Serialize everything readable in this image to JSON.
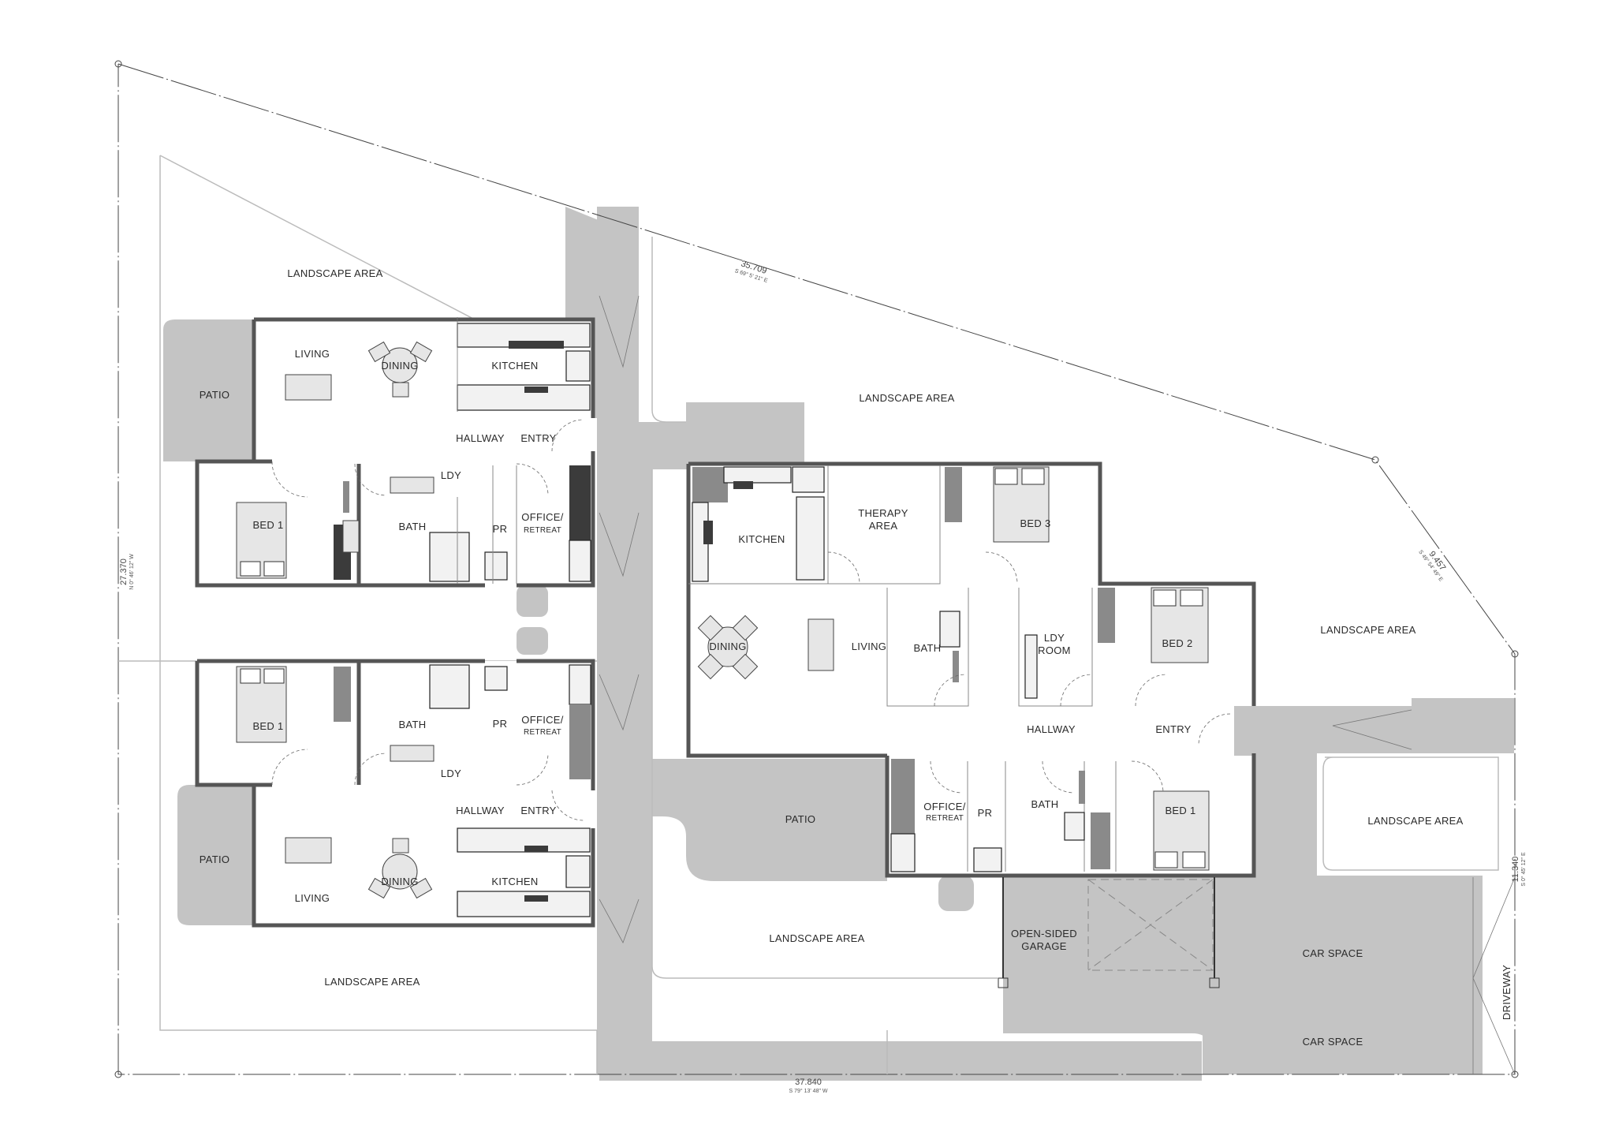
{
  "drawing": {
    "type": "site floor plan",
    "boundary_dimensions": {
      "north": {
        "length": "35.709",
        "bearing": "S 69° 5' 21\" E"
      },
      "northeast": {
        "length": "9.457",
        "bearing": "S 49° 54' 49\" E"
      },
      "east": {
        "length": "11.340",
        "bearing": "S 0° 45' 12\" E"
      },
      "south": {
        "length": "37.840",
        "bearing": "S 79° 13' 48\" W"
      },
      "west": {
        "length": "27.370",
        "bearing": "N 0° 46' 12\" W"
      }
    },
    "site_areas": {
      "landscape_nw": "LANDSCAPE AREA",
      "landscape_north": "LANDSCAPE AREA",
      "landscape_east": "LANDSCAPE AREA",
      "landscape_east_lower": "LANDSCAPE AREA",
      "landscape_sw": "LANDSCAPE AREA",
      "landscape_south": "LANDSCAPE AREA",
      "patio_main": "PATIO",
      "garage_line1": "OPEN-SIDED",
      "garage_line2": "GARAGE",
      "car_space_1": "CAR SPACE",
      "car_space_2": "CAR SPACE",
      "driveway": "DRIVEWAY"
    },
    "unit_north": {
      "patio": "PATIO",
      "living": "LIVING",
      "dining": "DINING",
      "kitchen": "KITCHEN",
      "hallway": "HALLWAY",
      "entry": "ENTRY",
      "bed": "BED 1",
      "bath": "BATH",
      "laundry": "LDY",
      "powder": "PR",
      "office_line1": "OFFICE/",
      "office_line2": "RETREAT"
    },
    "unit_south": {
      "patio": "PATIO",
      "living": "LIVING",
      "dining": "DINING",
      "kitchen": "KITCHEN",
      "hallway": "HALLWAY",
      "entry": "ENTRY",
      "bed": "BED 1",
      "bath": "BATH",
      "laundry": "LDY",
      "powder": "PR",
      "office_line1": "OFFICE/",
      "office_line2": "RETREAT"
    },
    "main_house": {
      "kitchen": "KITCHEN",
      "therapy_line1": "THERAPY",
      "therapy_line2": "AREA",
      "bed3": "BED 3",
      "dining": "DINING",
      "living": "LIVING",
      "bath": "BATH",
      "laundry_line1": "LDY",
      "laundry_line2": "ROOM",
      "bed2": "BED 2",
      "hallway": "HALLWAY",
      "entry": "ENTRY",
      "office_line1": "OFFICE/",
      "office_line2": "RETREAT",
      "powder": "PR",
      "bath2": "BATH",
      "bed1": "BED 1"
    },
    "colors": {
      "paving": "#c4c4c4",
      "wall": "#555555",
      "joinery_dark": "#3b3b3b",
      "joinery_mid": "#8a8a8a",
      "furniture": "#e6e6e6"
    }
  }
}
